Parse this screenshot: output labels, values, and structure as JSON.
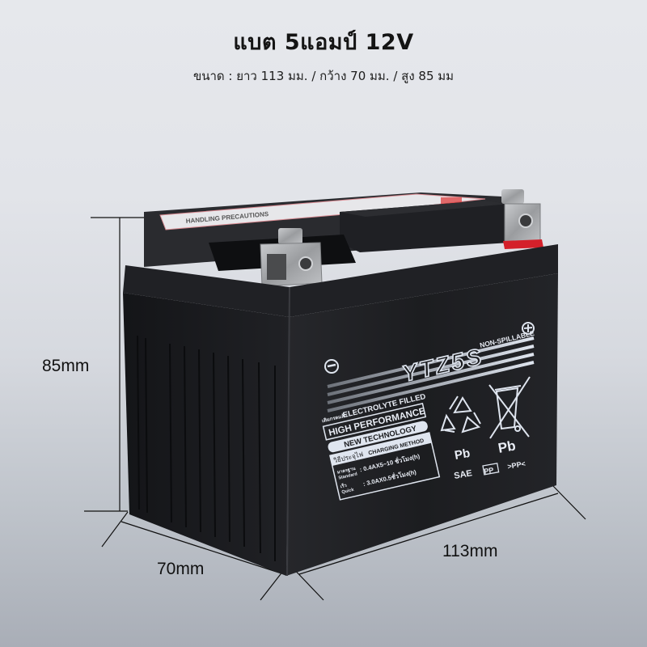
{
  "header": {
    "title": "แบต 5แอมป์ 12V",
    "subtitle": "ขนาด : ยาว 113 มม. / กว้าง 70 มม. / สูง 85 มม"
  },
  "dimensions": {
    "height": "85mm",
    "depth": "70mm",
    "width": "113mm"
  },
  "battery": {
    "model": "YTZ5S",
    "non_spillable": "NON-SPILLABLE",
    "electrolyte_thai": "เติมกรดแล้ว",
    "electrolyte": "ELECTROLYTE FILLED",
    "performance": "HIGH PERFORMANCE",
    "technology": "NEW TECHNOLOGY",
    "charging_thai": "วิธีประจุไฟ",
    "charging": "CHARGING METHOD",
    "standard_thai": "มาตรฐาน",
    "standard": "Standard",
    "standard_value": ": 0.4AX5~10 ชั่วโมง(h)",
    "quick_thai": "เร็ว",
    "quick": "Quick",
    "quick_value": ": 3.0AX0.5ชั่วโมง(h)",
    "pb_recycle": "Pb",
    "pb_bin": "Pb",
    "sae": "SAE",
    "pp_box": "PP",
    "pp_mark": ">PP<",
    "top_label": "HANDLING PRECAUTIONS",
    "negative_symbol": "−",
    "positive_symbol": "+"
  },
  "colors": {
    "battery_body": "#1d1e21",
    "label_silver": "#dfe5ef",
    "terminal_red": "#d4202a",
    "text": "#141414"
  }
}
